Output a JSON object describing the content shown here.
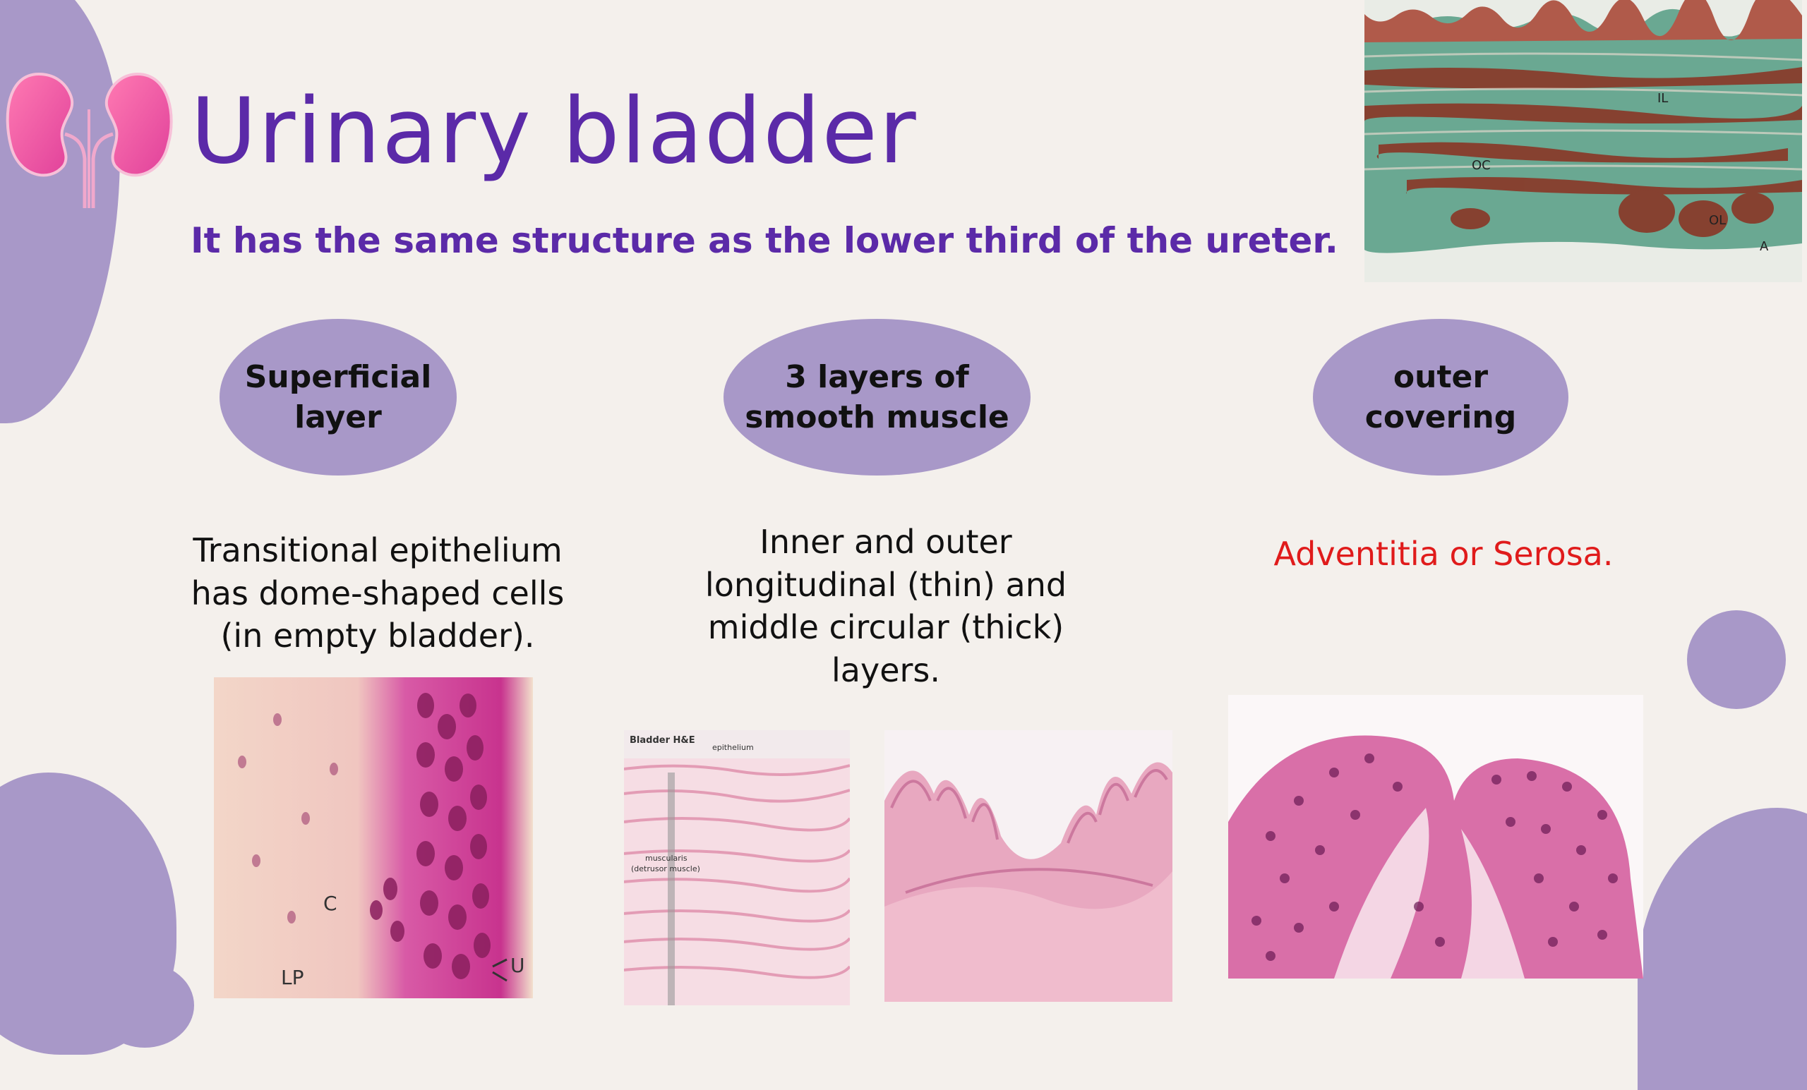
{
  "slide": {
    "title": "Urinary bladder",
    "subtitle": "It has the same structure as the lower third of the ureter.",
    "columns": [
      {
        "heading_line1": "Superficial",
        "heading_line2": "layer",
        "description_lines": [
          "Transitional epithelium",
          "has dome-shaped cells",
          "(in empty bladder)."
        ]
      },
      {
        "heading_line1": "3 layers of",
        "heading_line2": "smooth muscle",
        "description_lines": [
          "Inner and outer",
          "longitudinal (thin) and",
          "middle circular (thick)",
          "layers."
        ]
      },
      {
        "heading_line1": "outer covering",
        "heading_line2": "",
        "description_lines": [
          "Adventitia or Serosa."
        ]
      }
    ]
  },
  "images": {
    "top_right_labels": [
      "IL",
      "OC",
      "OL",
      "A"
    ],
    "epithelium_labels": [
      "C",
      "LP",
      "U"
    ],
    "he_panel_labels": [
      "Bladder H&E",
      "epithelium",
      "muscularis",
      "(detrusor muscle)"
    ]
  },
  "colors": {
    "accent_purple": "#5b2aa8",
    "blob_lavender": "#a898c8",
    "background": "#f4f0ec",
    "description_red": "#e01b1b"
  },
  "icons": {
    "logo": "kidneys-icon"
  }
}
